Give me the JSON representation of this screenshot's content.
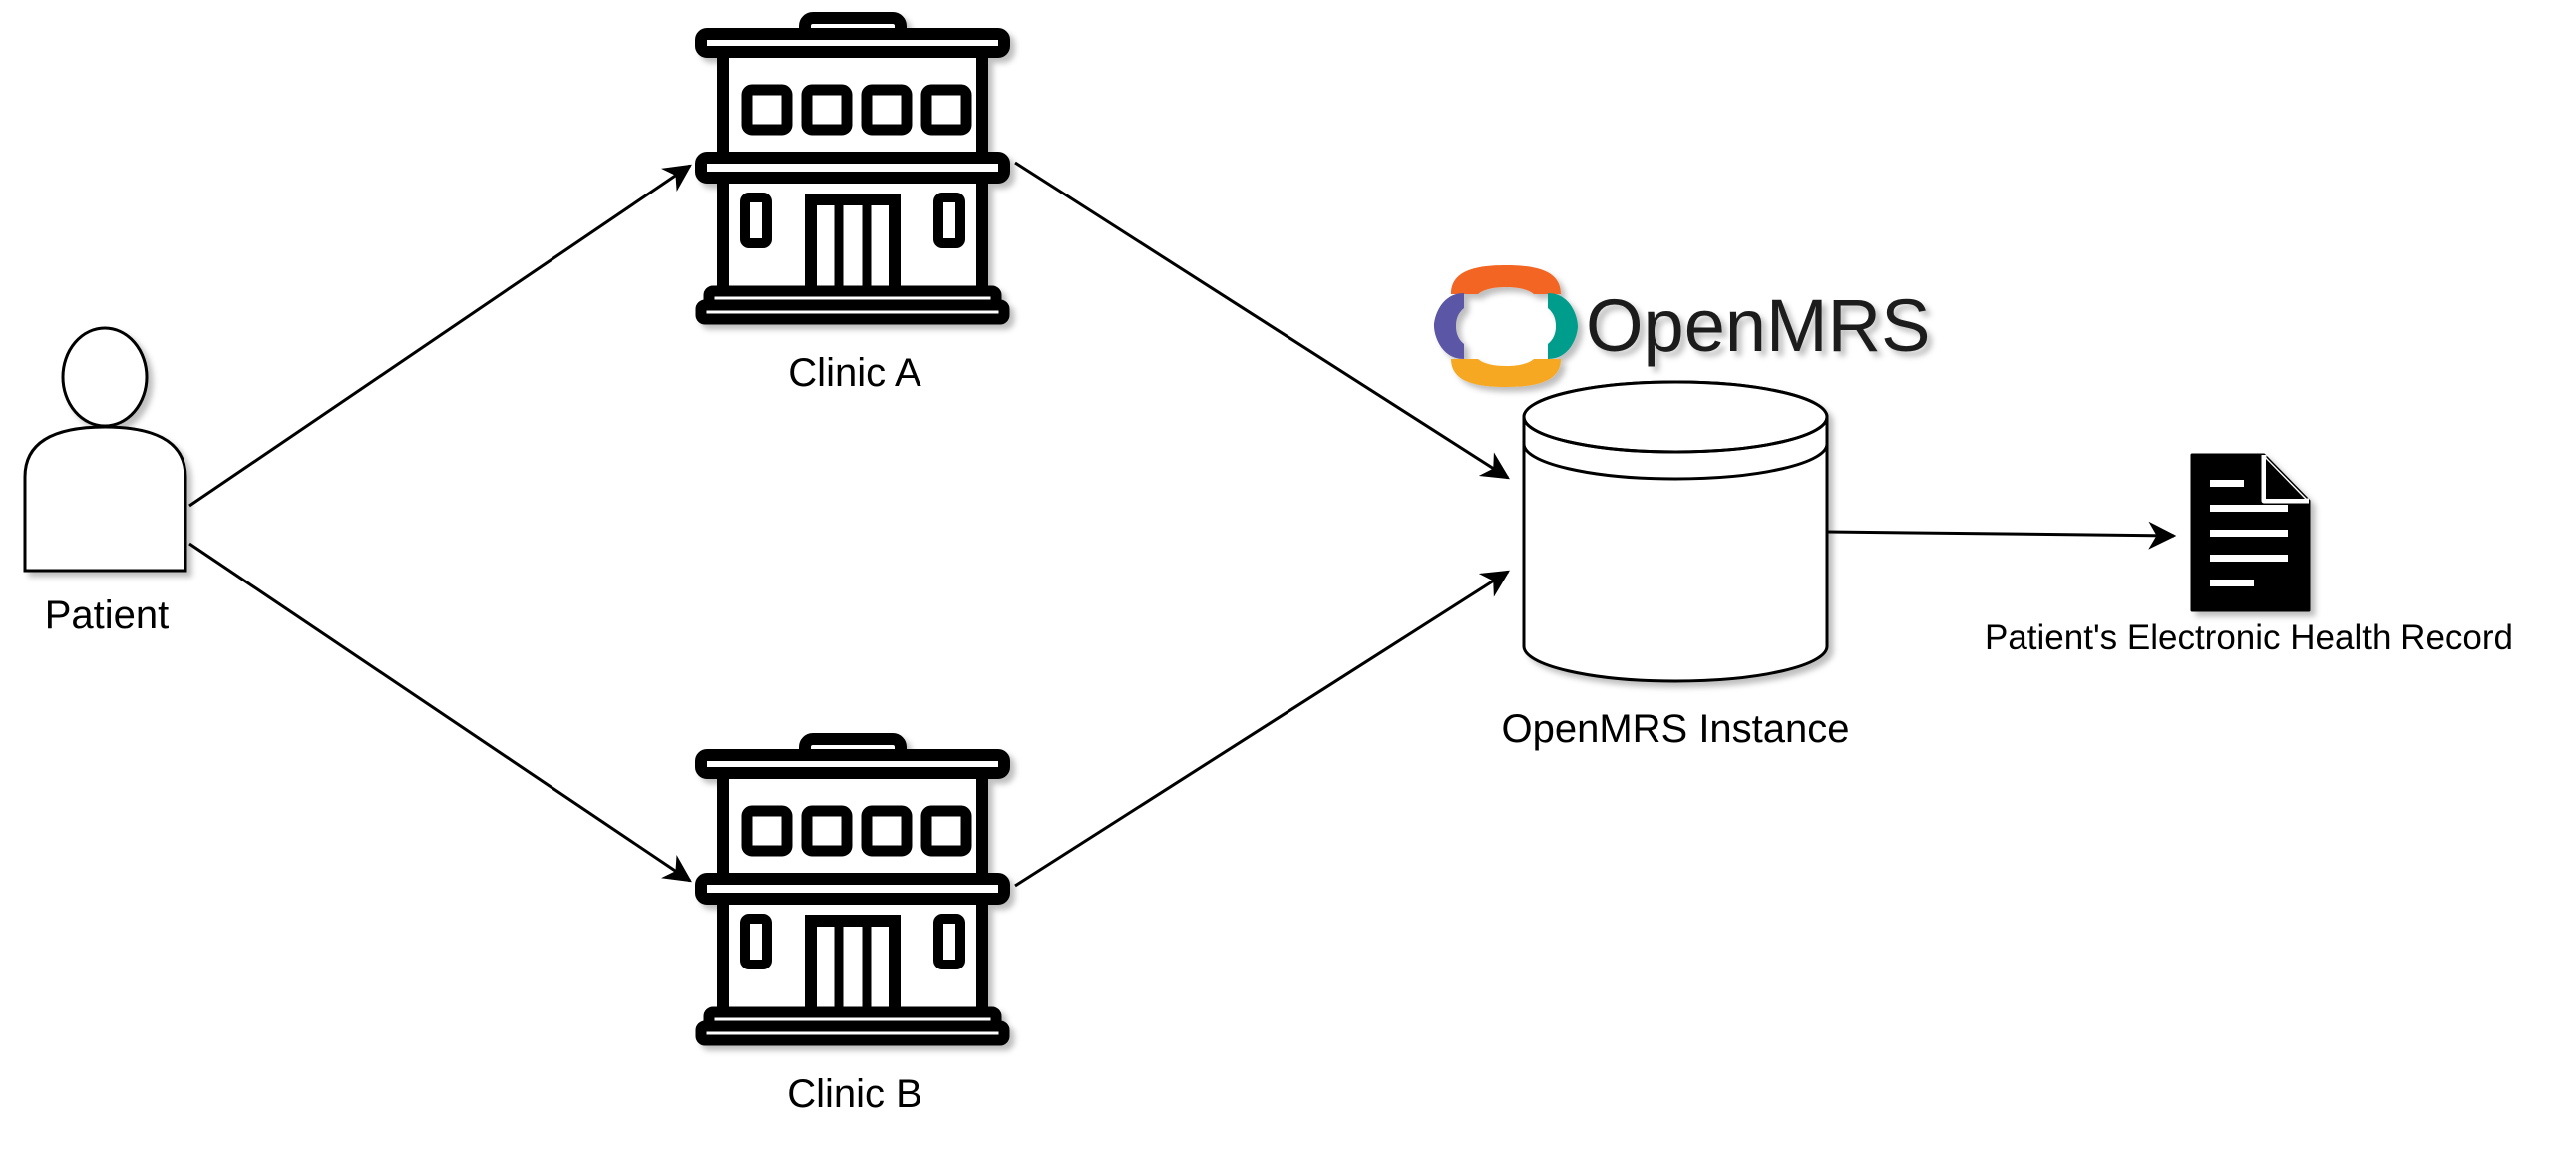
{
  "nodes": {
    "patient": {
      "label": "Patient",
      "icon": "person-icon"
    },
    "clinic_a": {
      "label": "Clinic A",
      "icon": "hospital-building-icon"
    },
    "clinic_b": {
      "label": "Clinic B",
      "icon": "hospital-building-icon"
    },
    "instance": {
      "label": "OpenMRS Instance",
      "icon": "database-cylinder-icon"
    },
    "record": {
      "label": "Patient's Electronic Health Record",
      "icon": "document-icon"
    }
  },
  "brand": {
    "name": "OpenMRS",
    "icon": "openmrs-logo-icon",
    "colors": {
      "top": "#F26522",
      "right": "#009C8C",
      "bottom": "#F7A823",
      "left": "#5B57A6"
    }
  },
  "edges": [
    {
      "from": "Patient",
      "to": "Clinic A"
    },
    {
      "from": "Patient",
      "to": "Clinic B"
    },
    {
      "from": "Clinic A",
      "to": "OpenMRS Instance"
    },
    {
      "from": "Clinic B",
      "to": "OpenMRS Instance"
    },
    {
      "from": "OpenMRS Instance",
      "to": "Patient's Electronic Health Record"
    }
  ]
}
